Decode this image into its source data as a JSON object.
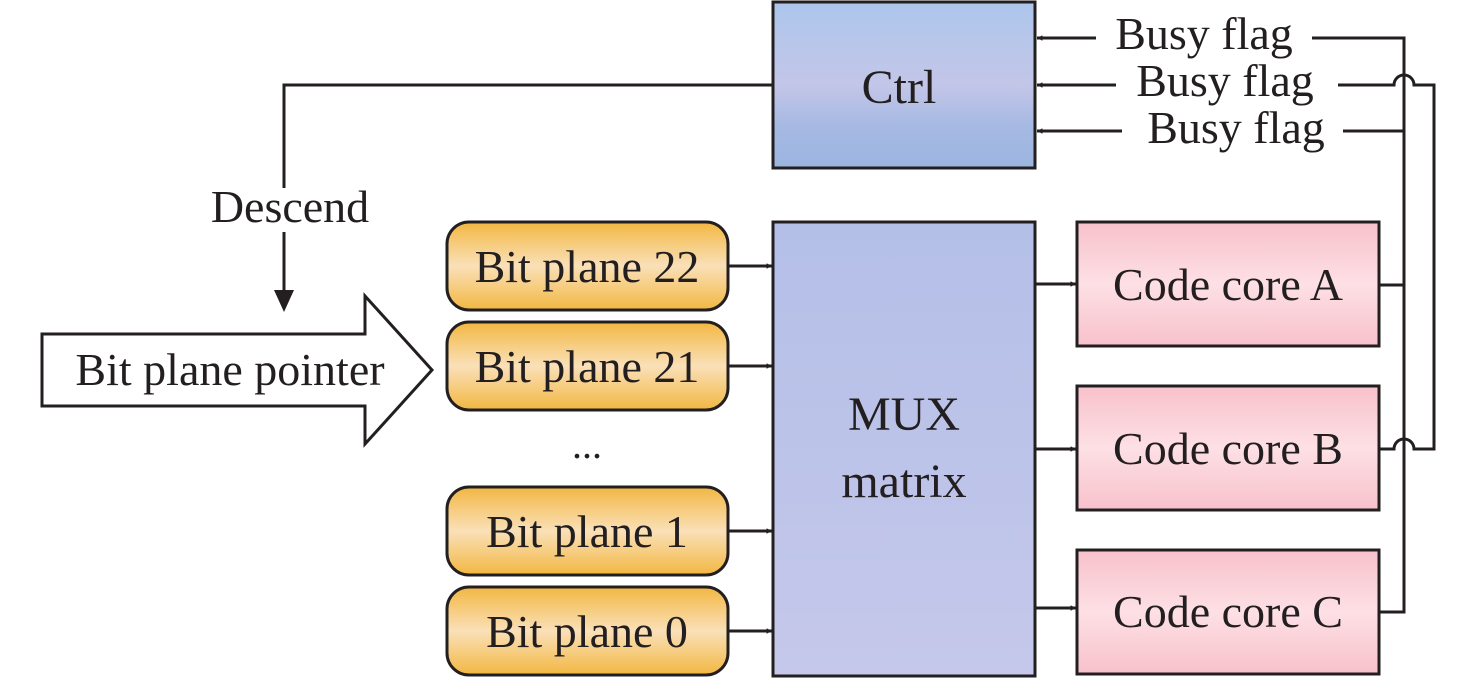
{
  "diagram": {
    "ctrl": {
      "label": "Ctrl"
    },
    "descend_label": "Descend",
    "pointer": {
      "label": "Bit plane pointer"
    },
    "bit_planes": [
      {
        "label": "Bit plane 22"
      },
      {
        "label": "Bit plane 21"
      },
      {
        "label": "Bit plane 1"
      },
      {
        "label": "Bit plane 0"
      }
    ],
    "ellipsis": "...",
    "mux": {
      "line1": "MUX",
      "line2": "matrix"
    },
    "code_cores": [
      {
        "label": "Code core A"
      },
      {
        "label": "Code core B"
      },
      {
        "label": "Code core C"
      }
    ],
    "busy_flags": [
      {
        "label": "Busy flag"
      },
      {
        "label": "Busy flag"
      },
      {
        "label": "Busy flag"
      }
    ],
    "colors": {
      "ctrl_top": "#adc6ec",
      "ctrl_mid": "#c3c6e8",
      "ctrl_bottom": "#9bb5e0",
      "mux_fill": "#bfc6ea",
      "bitplane_edge": "#f2b742",
      "bitplane_center": "#fae0b8",
      "core_edge": "#f8c1cb",
      "core_center": "#fde0e5",
      "stroke": "#231f20"
    }
  }
}
